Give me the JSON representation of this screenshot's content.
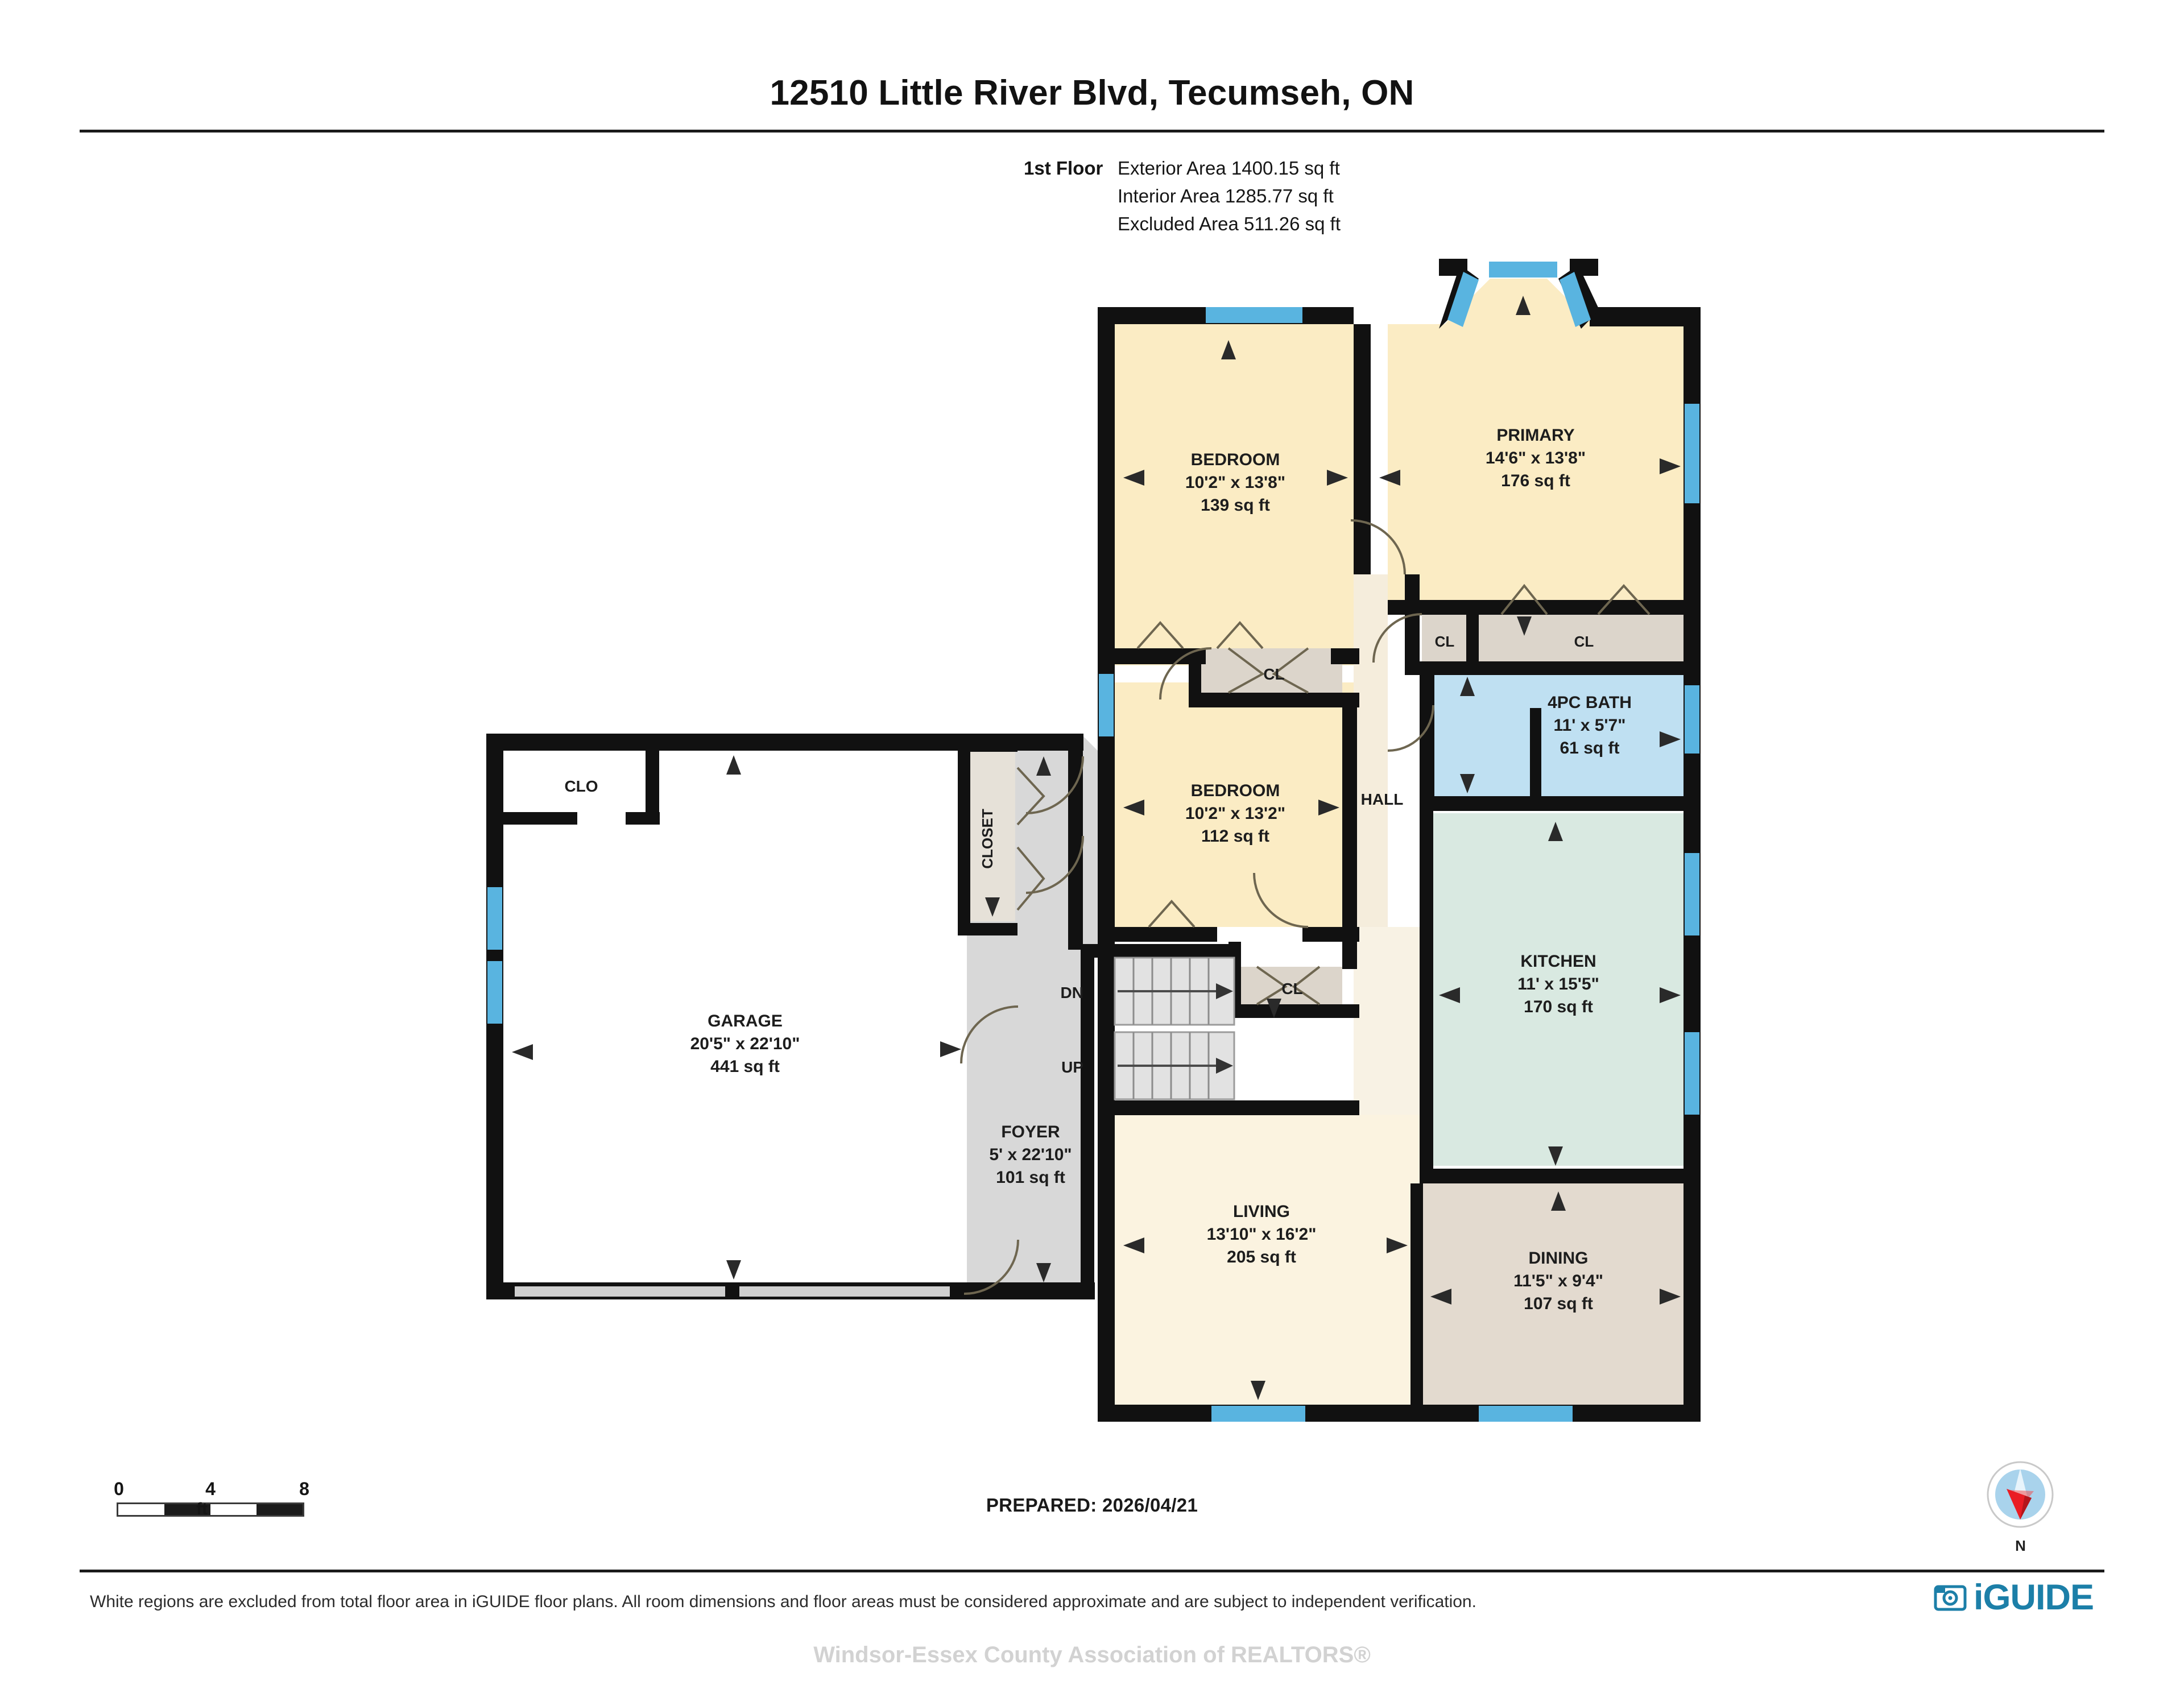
{
  "header": {
    "title": "12510 Little River Blvd, Tecumseh, ON"
  },
  "area_summary": {
    "floor_label": "1st Floor",
    "exterior_area": "Exterior Area 1400.15 sq ft",
    "interior_area": "Interior Area 1285.77 sq ft",
    "excluded_area": "Excluded Area 511.26 sq ft"
  },
  "rooms": [
    {
      "id": "bedroom1",
      "name": "BEDROOM",
      "dims": "10'2\" x 13'8\"",
      "area": "139 sq ft",
      "fill": "#fbecc4"
    },
    {
      "id": "primary",
      "name": "PRIMARY",
      "dims": "14'6\" x 13'8\"",
      "area": "176 sq ft",
      "fill": "#fbecc4"
    },
    {
      "id": "bedroom2",
      "name": "BEDROOM",
      "dims": "10'2\" x 13'2\"",
      "area": "112 sq ft",
      "fill": "#fbecc4"
    },
    {
      "id": "bath",
      "name": "4PC BATH",
      "dims": "11' x 5'7\"",
      "area": "61 sq ft",
      "fill": "#bfe0f2"
    },
    {
      "id": "kitchen",
      "name": "KITCHEN",
      "dims": "11' x 15'5\"",
      "area": "170 sq ft",
      "fill": "#d9e9e1"
    },
    {
      "id": "garage",
      "name": "GARAGE",
      "dims": "20'5\" x 22'10\"",
      "area": "441 sq ft",
      "fill": "#ffffff"
    },
    {
      "id": "foyer",
      "name": "FOYER",
      "dims": "5' x 22'10\"",
      "area": "101 sq ft",
      "fill": "#d8d8d8"
    },
    {
      "id": "living",
      "name": "LIVING",
      "dims": "13'10\" x 16'2\"",
      "area": "205 sq ft",
      "fill": "#fbf3e0"
    },
    {
      "id": "dining",
      "name": "DINING",
      "dims": "11'5\" x 9'4\"",
      "area": "107 sq ft",
      "fill": "#e3dacf"
    }
  ],
  "small_labels": {
    "hall": "HALL",
    "closet_vertical": "CLOSET",
    "clo": "CLO",
    "cl_hall": "CL",
    "cl_bedroom2": "CL",
    "cl_primary_small": "CL",
    "cl_primary_large": "CL",
    "stairs_down": "DN",
    "stairs_up": "UP"
  },
  "scale": {
    "ticks": [
      "0",
      "4",
      "8"
    ],
    "unit": "ft"
  },
  "prepared": "PREPARED: 2026/04/21",
  "compass": {
    "north_label": "N"
  },
  "disclaimer": "White regions are excluded from total floor area in iGUIDE floor plans. All room dimensions and floor areas must be considered approximate and are subject to independent verification.",
  "brand": {
    "name": "iGUIDE",
    "color": "#1c7fa8"
  },
  "watermark": "Windsor-Essex County Association of REALTORS®"
}
